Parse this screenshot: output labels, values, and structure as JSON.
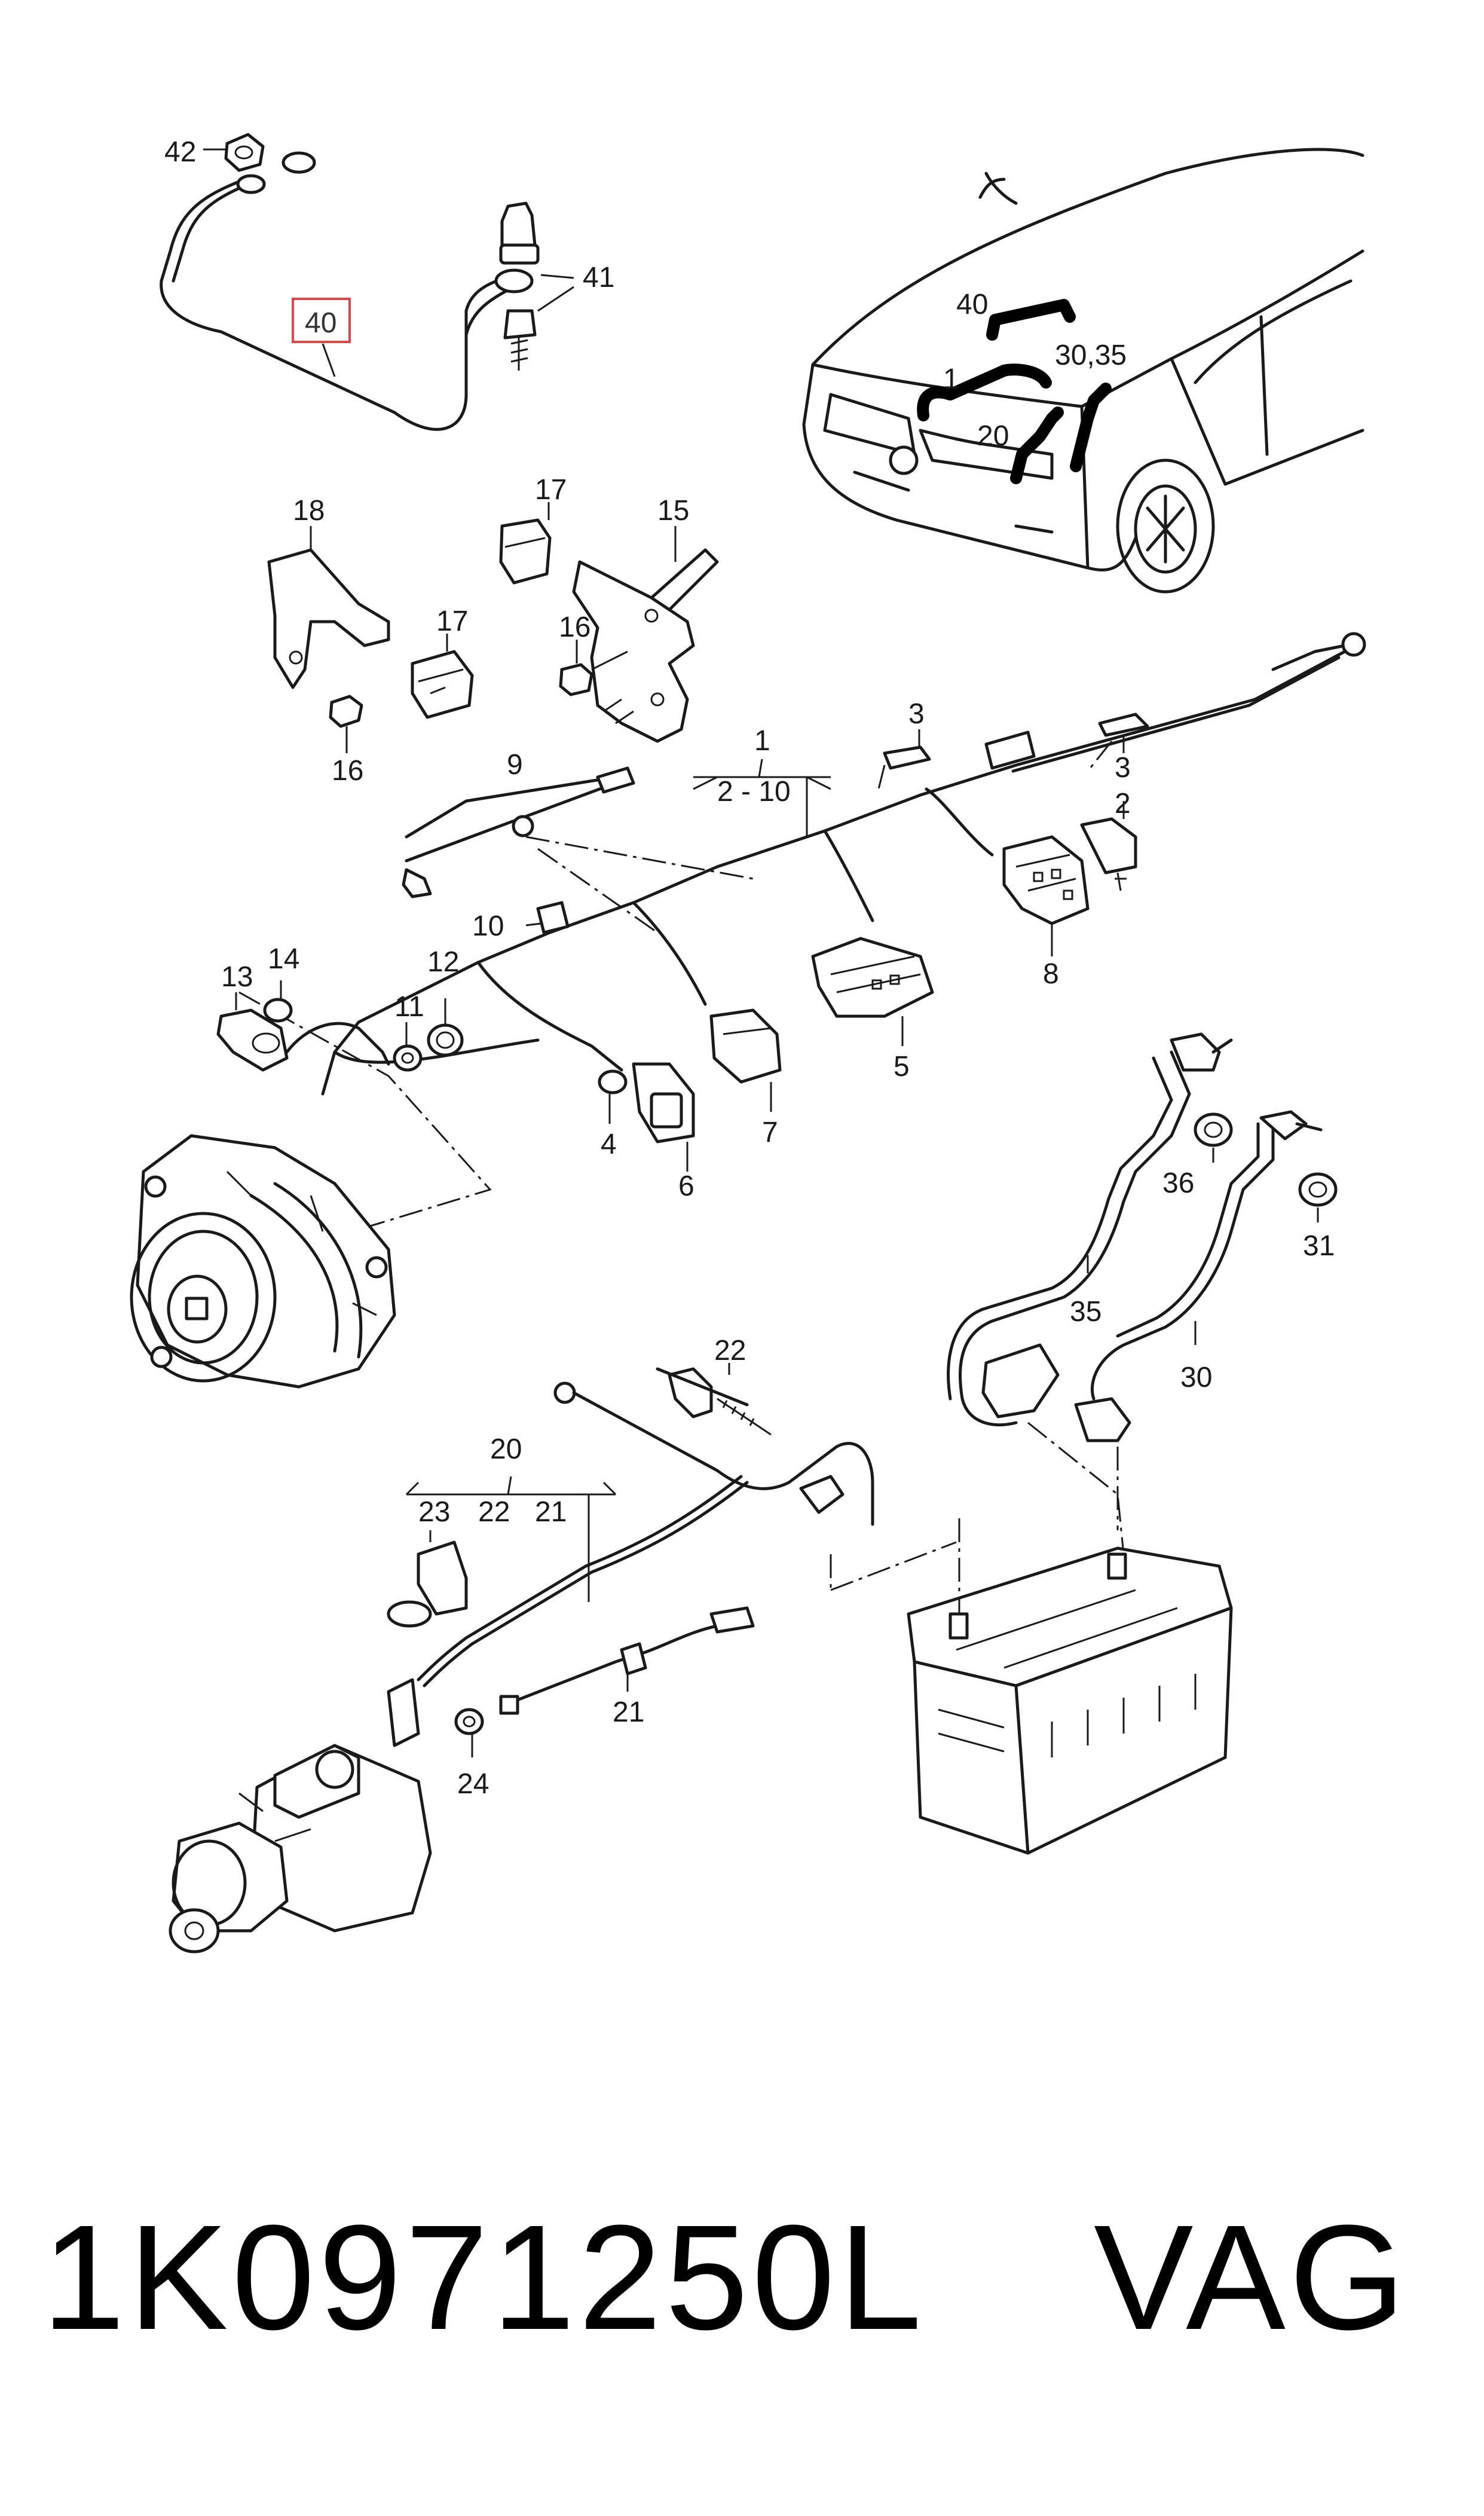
{
  "callouts": {
    "c42": "42",
    "c40": "40",
    "c41": "41",
    "c18": "18",
    "c17a": "17",
    "c15": "15",
    "c16a": "16",
    "c17b": "17",
    "c16b": "16",
    "c1": "1",
    "c2_10": "2 - 10",
    "c3a": "3",
    "c3b": "3",
    "c2": "2",
    "c9": "9",
    "c10": "10",
    "c8": "8",
    "c5": "5",
    "c7": "7",
    "c4": "4",
    "c6": "6",
    "c13": "13",
    "c14": "14",
    "c11": "11",
    "c12": "12",
    "c36": "36",
    "c31": "31",
    "c35": "35",
    "c30": "30",
    "c22": "22",
    "c20": "20",
    "c23": "23",
    "c22b": "22",
    "c21b": "21",
    "c21": "21",
    "c24": "24"
  },
  "car_inset": {
    "l40": "40",
    "l1": "1",
    "l30_35": "30,35",
    "l20": "20"
  },
  "highlight": {
    "color": "#e0474c",
    "label": "40"
  },
  "footer": {
    "part_number": "1K0971250L",
    "brand": "VAG"
  }
}
